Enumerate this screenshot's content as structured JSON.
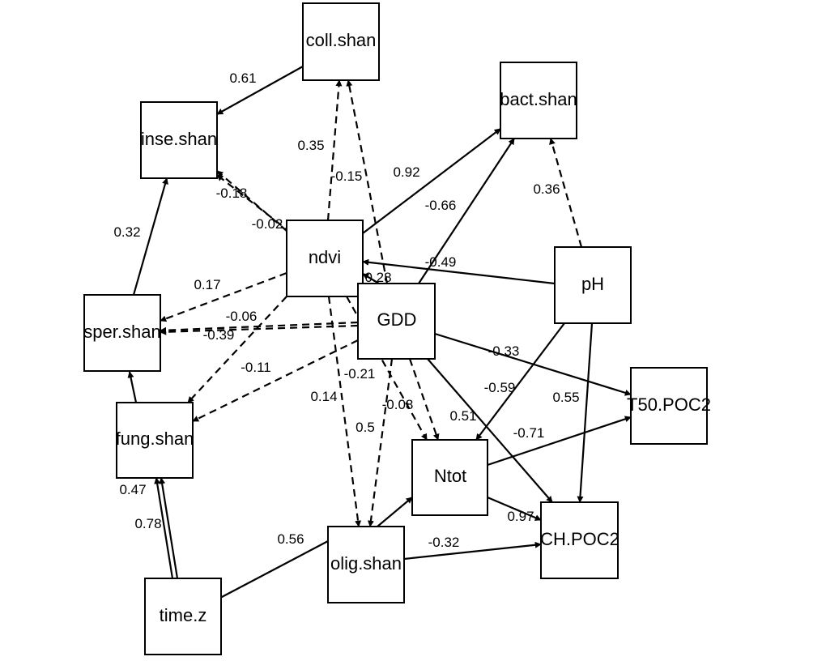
{
  "diagram": {
    "nodes": {
      "coll": "coll.shan",
      "bact": "bact.shan",
      "inse": "inse.shan",
      "ndvi": "ndvi",
      "gdd": "GDD",
      "ph": "pH",
      "sper": "sper.shan",
      "fung": "fung.shan",
      "t50": "T50.POC2",
      "ntot": "Ntot",
      "chpoc": "CH.POC2",
      "olig": "olig.shan",
      "time": "time.z"
    },
    "edges": [
      {
        "id": "coll-inse",
        "from": "coll.shan",
        "to": "inse.shan",
        "label": "0.61",
        "style": "solid"
      },
      {
        "id": "ndvi-coll",
        "from": "ndvi",
        "to": "coll.shan",
        "label": "0.35",
        "style": "dashed"
      },
      {
        "id": "gdd-coll",
        "from": "GDD",
        "to": "coll.shan",
        "label": "-0.15",
        "style": "dashed"
      },
      {
        "id": "ndvi-bact",
        "from": "ndvi",
        "to": "bact.shan",
        "label": "0.92",
        "style": "solid"
      },
      {
        "id": "gdd-bact",
        "from": "GDD",
        "to": "bact.shan",
        "label": "-0.66",
        "style": "solid"
      },
      {
        "id": "ph-bact",
        "from": "pH",
        "to": "bact.shan",
        "label": "0.36",
        "style": "dashed"
      },
      {
        "id": "ndvi-inse",
        "from": "ndvi",
        "to": "inse.shan",
        "label": "-0.18",
        "style": "dashed"
      },
      {
        "id": "gdd-inse",
        "from": "GDD",
        "to": "inse.shan",
        "label": "-0.02",
        "style": "dashed"
      },
      {
        "id": "sper-inse",
        "from": "sper.shan",
        "to": "inse.shan",
        "label": "0.32",
        "style": "solid"
      },
      {
        "id": "ph-ndvi",
        "from": "pH",
        "to": "ndvi",
        "label": "-0.49",
        "style": "solid"
      },
      {
        "id": "gdd-ndvi",
        "from": "GDD",
        "to": "ndvi",
        "label": "0.28",
        "style": "solid"
      },
      {
        "id": "ndvi-sper",
        "from": "ndvi",
        "to": "sper.shan",
        "label": "0.17",
        "style": "dashed"
      },
      {
        "id": "gdd-sper-a",
        "from": "GDD",
        "to": "sper.shan",
        "label": "-0.06",
        "style": "dashed"
      },
      {
        "id": "gdd-sper-b",
        "from": "GDD",
        "to": "sper.shan",
        "label": "-0.39",
        "style": "dashed"
      },
      {
        "id": "ndvi-fung",
        "from": "ndvi",
        "to": "fung.shan",
        "label": "-0.11",
        "style": "dashed"
      },
      {
        "id": "gdd-fung",
        "from": "GDD",
        "to": "fung.shan",
        "label": "-0.21",
        "style": "dashed"
      },
      {
        "id": "fung-sper",
        "from": "fung.shan",
        "to": "sper.shan",
        "label": "",
        "style": "solid"
      },
      {
        "id": "ndvi-olig",
        "from": "ndvi",
        "to": "olig.shan",
        "label": "0.14",
        "style": "dashed"
      },
      {
        "id": "ndvi-ntot",
        "from": "ndvi",
        "to": "Ntot",
        "label": "-0.08",
        "style": "dashed"
      },
      {
        "id": "gdd-olig",
        "from": "GDD",
        "to": "olig.shan",
        "label": "0.5",
        "style": "dashed"
      },
      {
        "id": "gdd-ntot",
        "from": "GDD",
        "to": "Ntot",
        "label": "",
        "style": "dashed"
      },
      {
        "id": "gdd-t50",
        "from": "GDD",
        "to": "T50.POC2",
        "label": "-0.33",
        "style": "solid"
      },
      {
        "id": "gdd-chpoc",
        "from": "GDD",
        "to": "CH.POC2",
        "label": "0.51",
        "style": "solid"
      },
      {
        "id": "ph-ntot",
        "from": "pH",
        "to": "Ntot",
        "label": "-0.59",
        "style": "solid"
      },
      {
        "id": "ph-chpoc",
        "from": "pH",
        "to": "CH.POC2",
        "label": "0.55",
        "style": "solid"
      },
      {
        "id": "ntot-t50",
        "from": "Ntot",
        "to": "T50.POC2",
        "label": "-0.71",
        "style": "solid"
      },
      {
        "id": "ntot-chpoc",
        "from": "Ntot",
        "to": "CH.POC2",
        "label": "0.97",
        "style": "solid"
      },
      {
        "id": "olig-chpoc",
        "from": "olig.shan",
        "to": "CH.POC2",
        "label": "-0.32",
        "style": "solid"
      },
      {
        "id": "olig-ntot",
        "from": "olig.shan",
        "to": "Ntot",
        "label": "",
        "style": "solid"
      },
      {
        "id": "time-fung-a",
        "from": "time.z",
        "to": "fung.shan",
        "label": "0.47",
        "style": "solid"
      },
      {
        "id": "time-fung-b",
        "from": "time.z",
        "to": "fung.shan",
        "label": "0.78",
        "style": "solid"
      },
      {
        "id": "time-olig",
        "from": "time.z",
        "to": "olig.shan",
        "label": "0.56",
        "style": "solid"
      }
    ]
  }
}
